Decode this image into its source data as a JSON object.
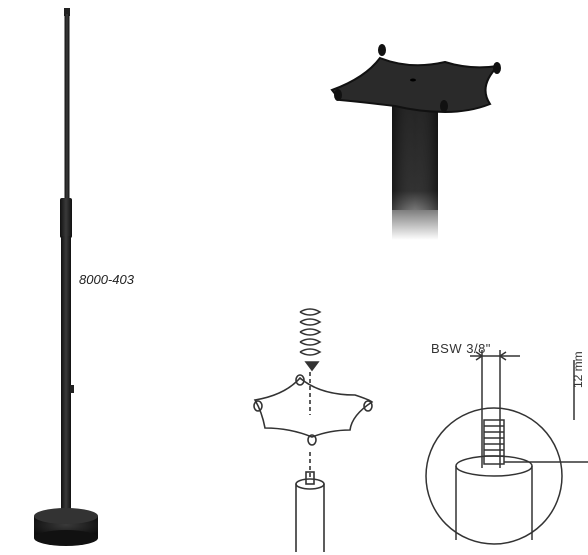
{
  "labels": {
    "model": "8000-403",
    "thread": "BSW 3/8\"",
    "dimension": "12 mm"
  },
  "colors": {
    "stand": "#1c1c1c",
    "plate": "#2a2a2a",
    "line_drawing": "#333333",
    "background": "#ffffff"
  },
  "icons": {
    "stand": "microphone-stand-icon",
    "plate": "speaker-plate-icon",
    "screw": "screw-icon",
    "detail": "thread-detail-icon"
  }
}
